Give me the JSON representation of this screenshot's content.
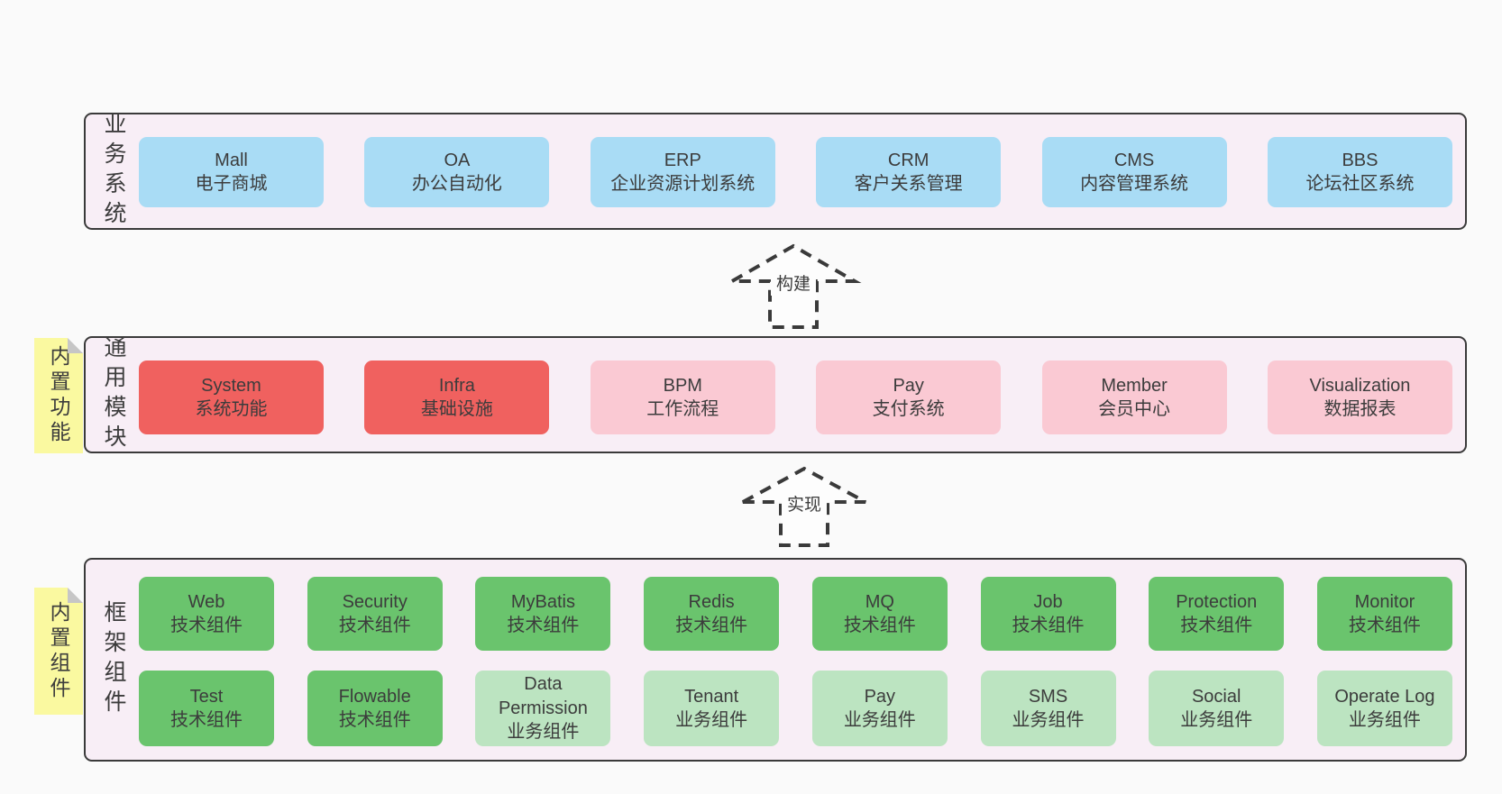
{
  "diagram": {
    "background": "#fafafa",
    "text_color": "#3c3c3c",
    "colors": {
      "section_bg": "#f8eef6",
      "section_border": "#3a3a3a",
      "blue": "#a9dcf5",
      "red": "#f0615f",
      "pink": "#fac9d3",
      "green": "#6ac46d",
      "light_green": "#bce4c1",
      "sticky_yellow": "#faf9a0",
      "sticky_fold": "#c6c6c6"
    },
    "arrows": [
      {
        "label": "构建"
      },
      {
        "label": "实现"
      }
    ],
    "sections": [
      {
        "label": "业务系统",
        "sticky": null,
        "boxes": [
          {
            "name": "Mall",
            "desc": "电子商城",
            "variant": "blue"
          },
          {
            "name": "OA",
            "desc": "办公自动化",
            "variant": "blue"
          },
          {
            "name": "ERP",
            "desc": "企业资源计划系统",
            "variant": "blue"
          },
          {
            "name": "CRM",
            "desc": "客户关系管理",
            "variant": "blue"
          },
          {
            "name": "CMS",
            "desc": "内容管理系统",
            "variant": "blue"
          },
          {
            "name": "BBS",
            "desc": "论坛社区系统",
            "variant": "blue"
          }
        ]
      },
      {
        "label": "通用模块",
        "sticky": "内置功能",
        "boxes": [
          {
            "name": "System",
            "desc": "系统功能",
            "variant": "red"
          },
          {
            "name": "Infra",
            "desc": "基础设施",
            "variant": "red"
          },
          {
            "name": "BPM",
            "desc": "工作流程",
            "variant": "pink"
          },
          {
            "name": "Pay",
            "desc": "支付系统",
            "variant": "pink"
          },
          {
            "name": "Member",
            "desc": "会员中心",
            "variant": "pink"
          },
          {
            "name": "Visualization",
            "desc": "数据报表",
            "variant": "pink"
          }
        ]
      },
      {
        "label": "框架组件",
        "sticky": "内置组件",
        "rows": [
          [
            {
              "name": "Web",
              "desc": "技术组件",
              "variant": "green"
            },
            {
              "name": "Security",
              "desc": "技术组件",
              "variant": "green"
            },
            {
              "name": "MyBatis",
              "desc": "技术组件",
              "variant": "green"
            },
            {
              "name": "Redis",
              "desc": "技术组件",
              "variant": "green"
            },
            {
              "name": "MQ",
              "desc": "技术组件",
              "variant": "green"
            },
            {
              "name": "Job",
              "desc": "技术组件",
              "variant": "green"
            },
            {
              "name": "Protection",
              "desc": "技术组件",
              "variant": "green"
            },
            {
              "name": "Monitor",
              "desc": "技术组件",
              "variant": "green"
            }
          ],
          [
            {
              "name": "Test",
              "desc": "技术组件",
              "variant": "green"
            },
            {
              "name": "Flowable",
              "desc": "技术组件",
              "variant": "green"
            },
            {
              "name": "Data Permission",
              "desc": "业务组件",
              "variant": "lightgreen"
            },
            {
              "name": "Tenant",
              "desc": "业务组件",
              "variant": "lightgreen"
            },
            {
              "name": "Pay",
              "desc": "业务组件",
              "variant": "lightgreen"
            },
            {
              "name": "SMS",
              "desc": "业务组件",
              "variant": "lightgreen"
            },
            {
              "name": "Social",
              "desc": "业务组件",
              "variant": "lightgreen"
            },
            {
              "name": "Operate Log",
              "desc": "业务组件",
              "variant": "lightgreen"
            }
          ]
        ]
      }
    ]
  }
}
